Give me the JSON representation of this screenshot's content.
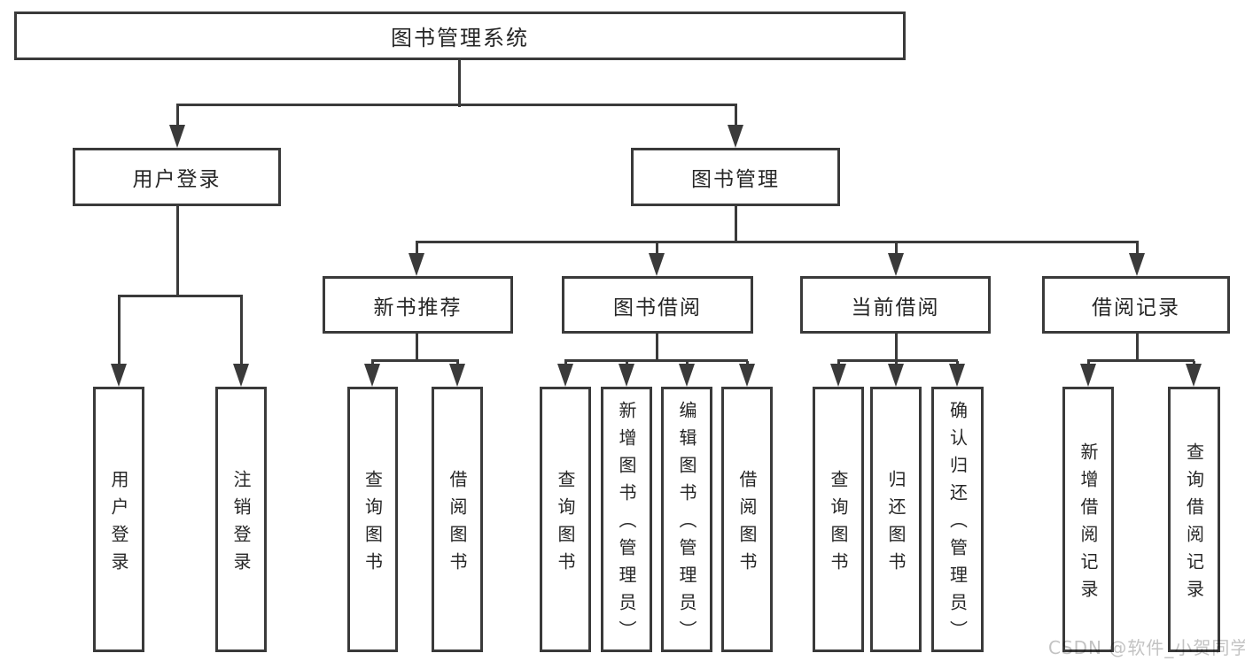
{
  "diagram": {
    "root": {
      "label": "图书管理系统"
    },
    "branches": [
      {
        "label": "用户登录",
        "leaves": [
          {
            "label": "用户登录"
          },
          {
            "label": "注销登录"
          }
        ]
      },
      {
        "label": "图书管理",
        "children": [
          {
            "label": "新书推荐",
            "leaves": [
              {
                "label": "查询图书"
              },
              {
                "label": "借阅图书"
              }
            ]
          },
          {
            "label": "图书借阅",
            "leaves": [
              {
                "label": "查询图书"
              },
              {
                "label": "新增图书（管理员）"
              },
              {
                "label": "编辑图书（管理员）"
              },
              {
                "label": "借阅图书"
              }
            ]
          },
          {
            "label": "当前借阅",
            "leaves": [
              {
                "label": "查询图书"
              },
              {
                "label": "归还图书"
              },
              {
                "label": "确认归还（管理员）"
              }
            ]
          },
          {
            "label": "借阅记录",
            "leaves": [
              {
                "label": "新增借阅记录"
              },
              {
                "label": "查询借阅记录"
              }
            ]
          }
        ]
      }
    ]
  },
  "watermark": {
    "text": "CSDN @软件_小贺同学"
  },
  "colors": {
    "line": "#3a3a3a",
    "text": "#262626",
    "watermark": "#c3c3c3",
    "background": "#ffffff"
  }
}
